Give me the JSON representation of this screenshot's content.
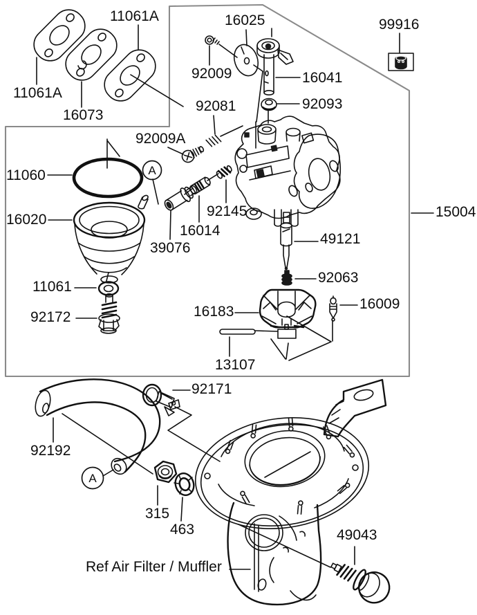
{
  "diagram": {
    "type": "exploded-parts-diagram",
    "subject": "Carburetor / air filter assembly parts drawing",
    "background": "#ffffff"
  },
  "colors": {
    "line": "#111111",
    "leader": "#6f6f6f",
    "enclosure_box": "#8a8a8a",
    "text": "#0d0d0d"
  },
  "ref_note": {
    "text": "Ref Air Filter / Muffler"
  },
  "detail_markers": [
    {
      "label": "A"
    },
    {
      "label": "A"
    }
  ],
  "part_labels": [
    {
      "id": "11061A-top",
      "text": "11061A"
    },
    {
      "id": "16025",
      "text": "16025"
    },
    {
      "id": "99916",
      "text": "99916"
    },
    {
      "id": "92009",
      "text": "92009"
    },
    {
      "id": "16041",
      "text": "16041"
    },
    {
      "id": "11061A-left",
      "text": "11061A"
    },
    {
      "id": "92093",
      "text": "92093"
    },
    {
      "id": "92081",
      "text": "92081"
    },
    {
      "id": "16073",
      "text": "16073"
    },
    {
      "id": "92009A",
      "text": "92009A"
    },
    {
      "id": "11060",
      "text": "11060"
    },
    {
      "id": "15004",
      "text": "15004"
    },
    {
      "id": "92145",
      "text": "92145"
    },
    {
      "id": "16020",
      "text": "16020"
    },
    {
      "id": "16014",
      "text": "16014"
    },
    {
      "id": "49121",
      "text": "49121"
    },
    {
      "id": "39076",
      "text": "39076"
    },
    {
      "id": "92063",
      "text": "92063"
    },
    {
      "id": "11061",
      "text": "11061"
    },
    {
      "id": "16183",
      "text": "16183"
    },
    {
      "id": "16009",
      "text": "16009"
    },
    {
      "id": "92172",
      "text": "92172"
    },
    {
      "id": "13107",
      "text": "13107"
    },
    {
      "id": "92171",
      "text": "92171"
    },
    {
      "id": "92192",
      "text": "92192"
    },
    {
      "id": "315",
      "text": "315"
    },
    {
      "id": "463",
      "text": "463"
    },
    {
      "id": "49043",
      "text": "49043"
    }
  ]
}
